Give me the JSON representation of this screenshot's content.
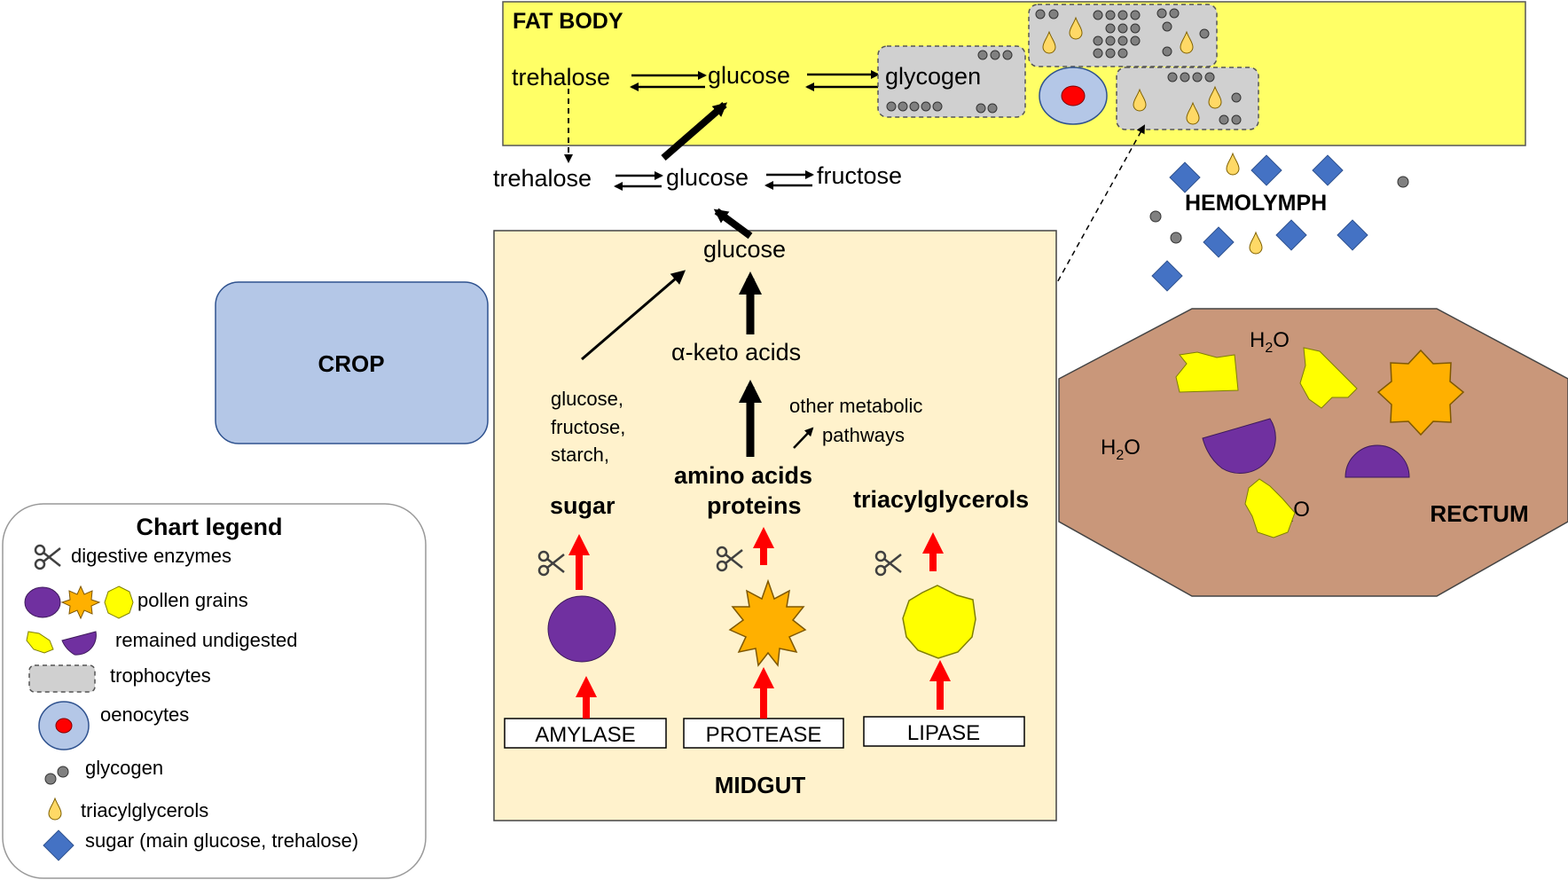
{
  "regions": {
    "fat_body": "FAT BODY",
    "hemolymph": "HEMOLYMPH",
    "crop": "CROP",
    "midgut": "MIDGUT",
    "rectum": "RECTUM"
  },
  "fat_body": {
    "trehalose": "trehalose",
    "glucose": "glucose",
    "glycogen": "glycogen"
  },
  "hemolymph_row": {
    "trehalose": "trehalose",
    "glucose": "glucose",
    "fructose": "fructose"
  },
  "midgut": {
    "glucose": "glucose",
    "keto_acids": "α-keto acids",
    "other_pathways_line1": "other metabolic",
    "other_pathways_line2": "pathways",
    "sugar_list_line1": "glucose,",
    "sugar_list_line2": "fructose,",
    "sugar_list_line3": "starch,",
    "sugar": "sugar",
    "amino_acids": "amino acids",
    "proteins": "proteins",
    "triacylglycerols": "triacylglycerols",
    "amylase": "AMYLASE",
    "protease": "PROTEASE",
    "lipase": "LIPASE"
  },
  "rectum": {
    "water_1": "H",
    "water_1_sub": "2",
    "water_1_tail": "O",
    "water_2": "H",
    "water_2_sub": "2",
    "water_2_tail": "O",
    "water_3": "H",
    "water_3_sub": "2",
    "water_3_tail": "O"
  },
  "legend": {
    "title": "Chart legend",
    "items": [
      "digestive enzymes",
      "pollen grains",
      "remained undigested",
      "trophocytes",
      "oenocytes",
      "glycogen",
      "triacylglycerols",
      "sugar (main glucose, trehalose)"
    ]
  },
  "colors": {
    "fat_body": "#ffff66",
    "crop": "#b4c7e7",
    "midgut": "#fff2cc",
    "rectum": "#c9977a",
    "trophocyte": "#d0d0d0",
    "sugar_diamond": "#4472c4",
    "pollen_purple": "#7030a0",
    "pollen_orange": "#ffb000",
    "pollen_yellow": "#ffff00",
    "red_arrow": "#ff0000",
    "glycogen_dot": "#808080"
  },
  "icons": [
    "scissors-icon",
    "pollen-grain-icon",
    "glycogen-dot-icon",
    "triacylglycerol-drop-icon",
    "sugar-diamond-icon",
    "oenocyte-icon"
  ]
}
